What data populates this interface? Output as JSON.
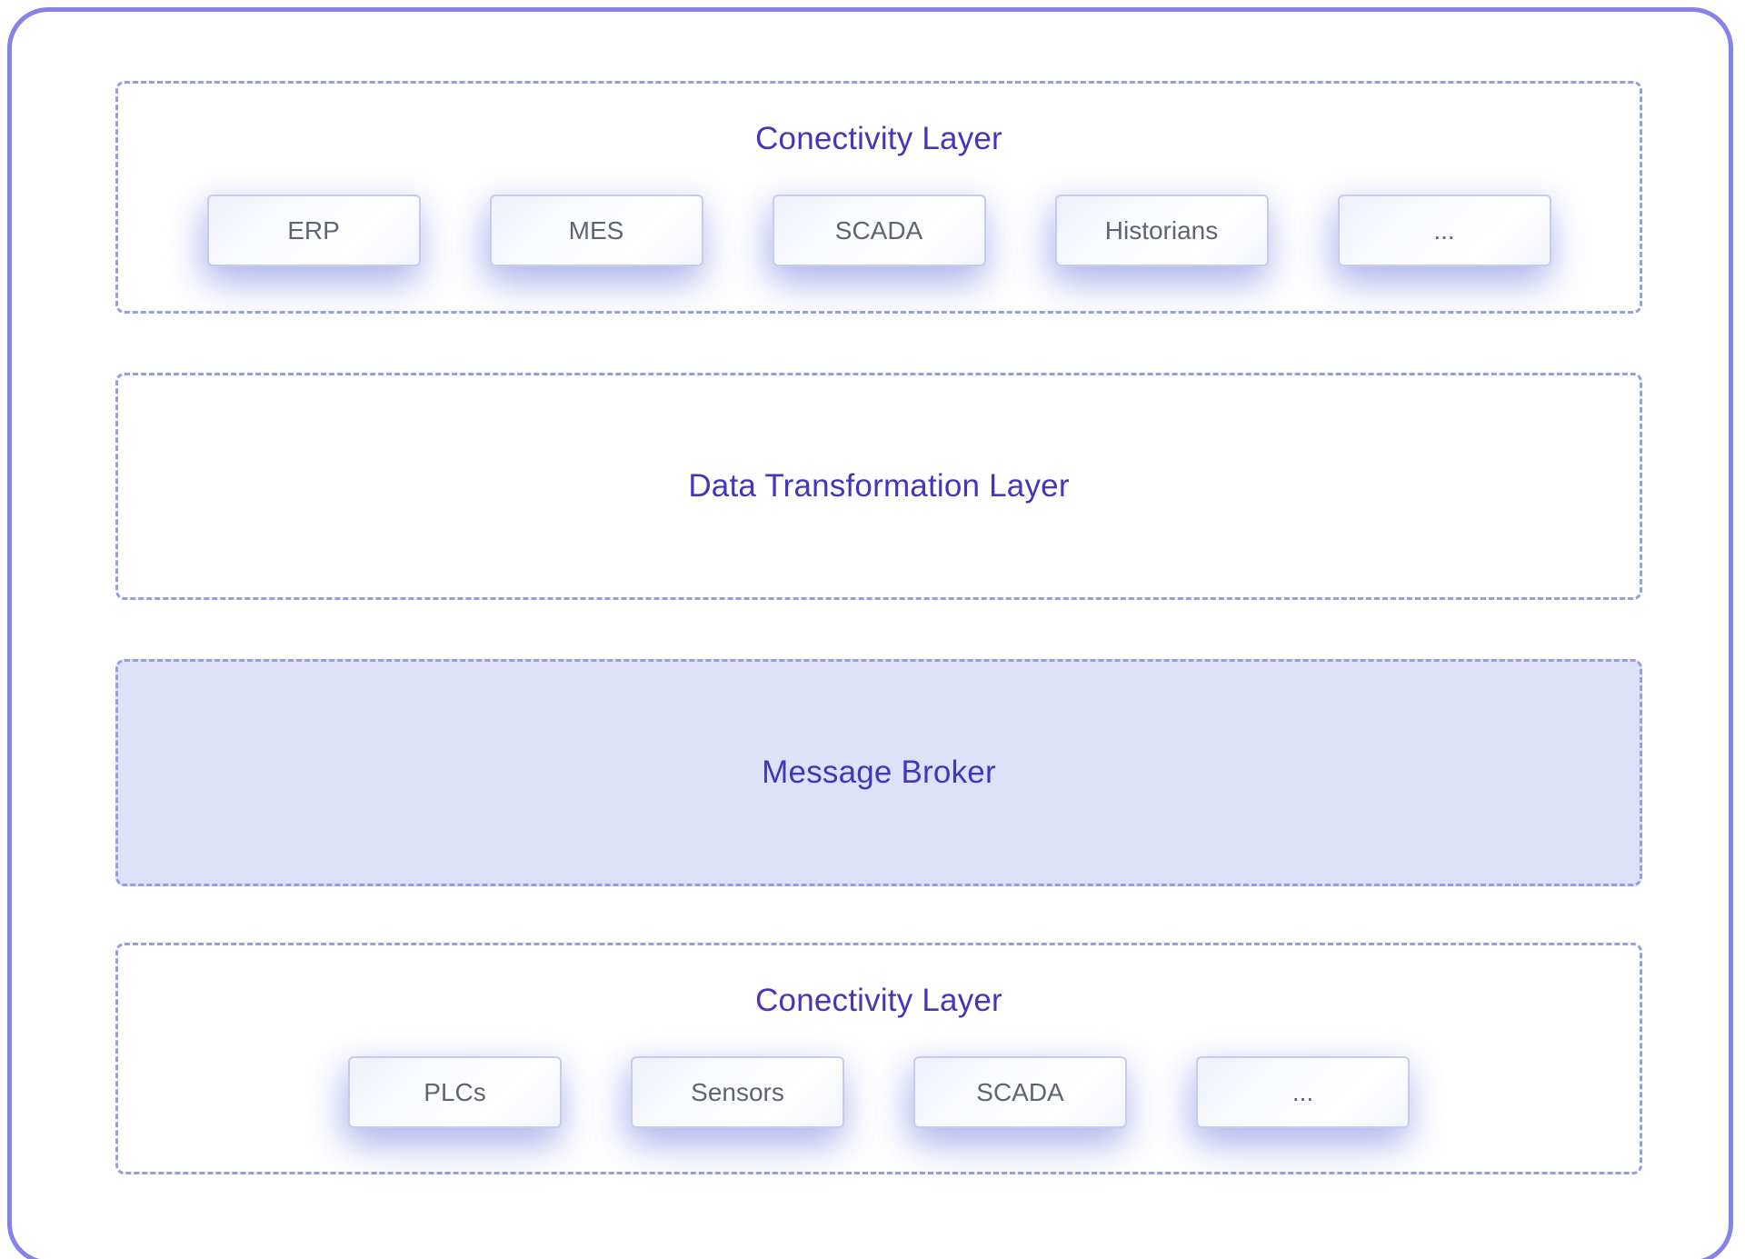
{
  "diagram": {
    "layers": [
      {
        "title": "Conectivity Layer",
        "items": [
          "ERP",
          "MES",
          "SCADA",
          "Historians",
          "..."
        ]
      },
      {
        "title": "Data Transformation Layer",
        "items": []
      },
      {
        "title": "Message Broker",
        "items": []
      },
      {
        "title": "Conectivity Layer",
        "items": [
          "PLCs",
          "Sensors",
          "SCADA",
          "..."
        ]
      }
    ],
    "colors": {
      "accent_text": "#4435bc",
      "dashed_border": "#979de3",
      "outer_border": "#8582e9",
      "message_broker_fill": "#dfe1f8",
      "chip_border": "#c7cbee",
      "chip_text": "#5f6470"
    }
  }
}
